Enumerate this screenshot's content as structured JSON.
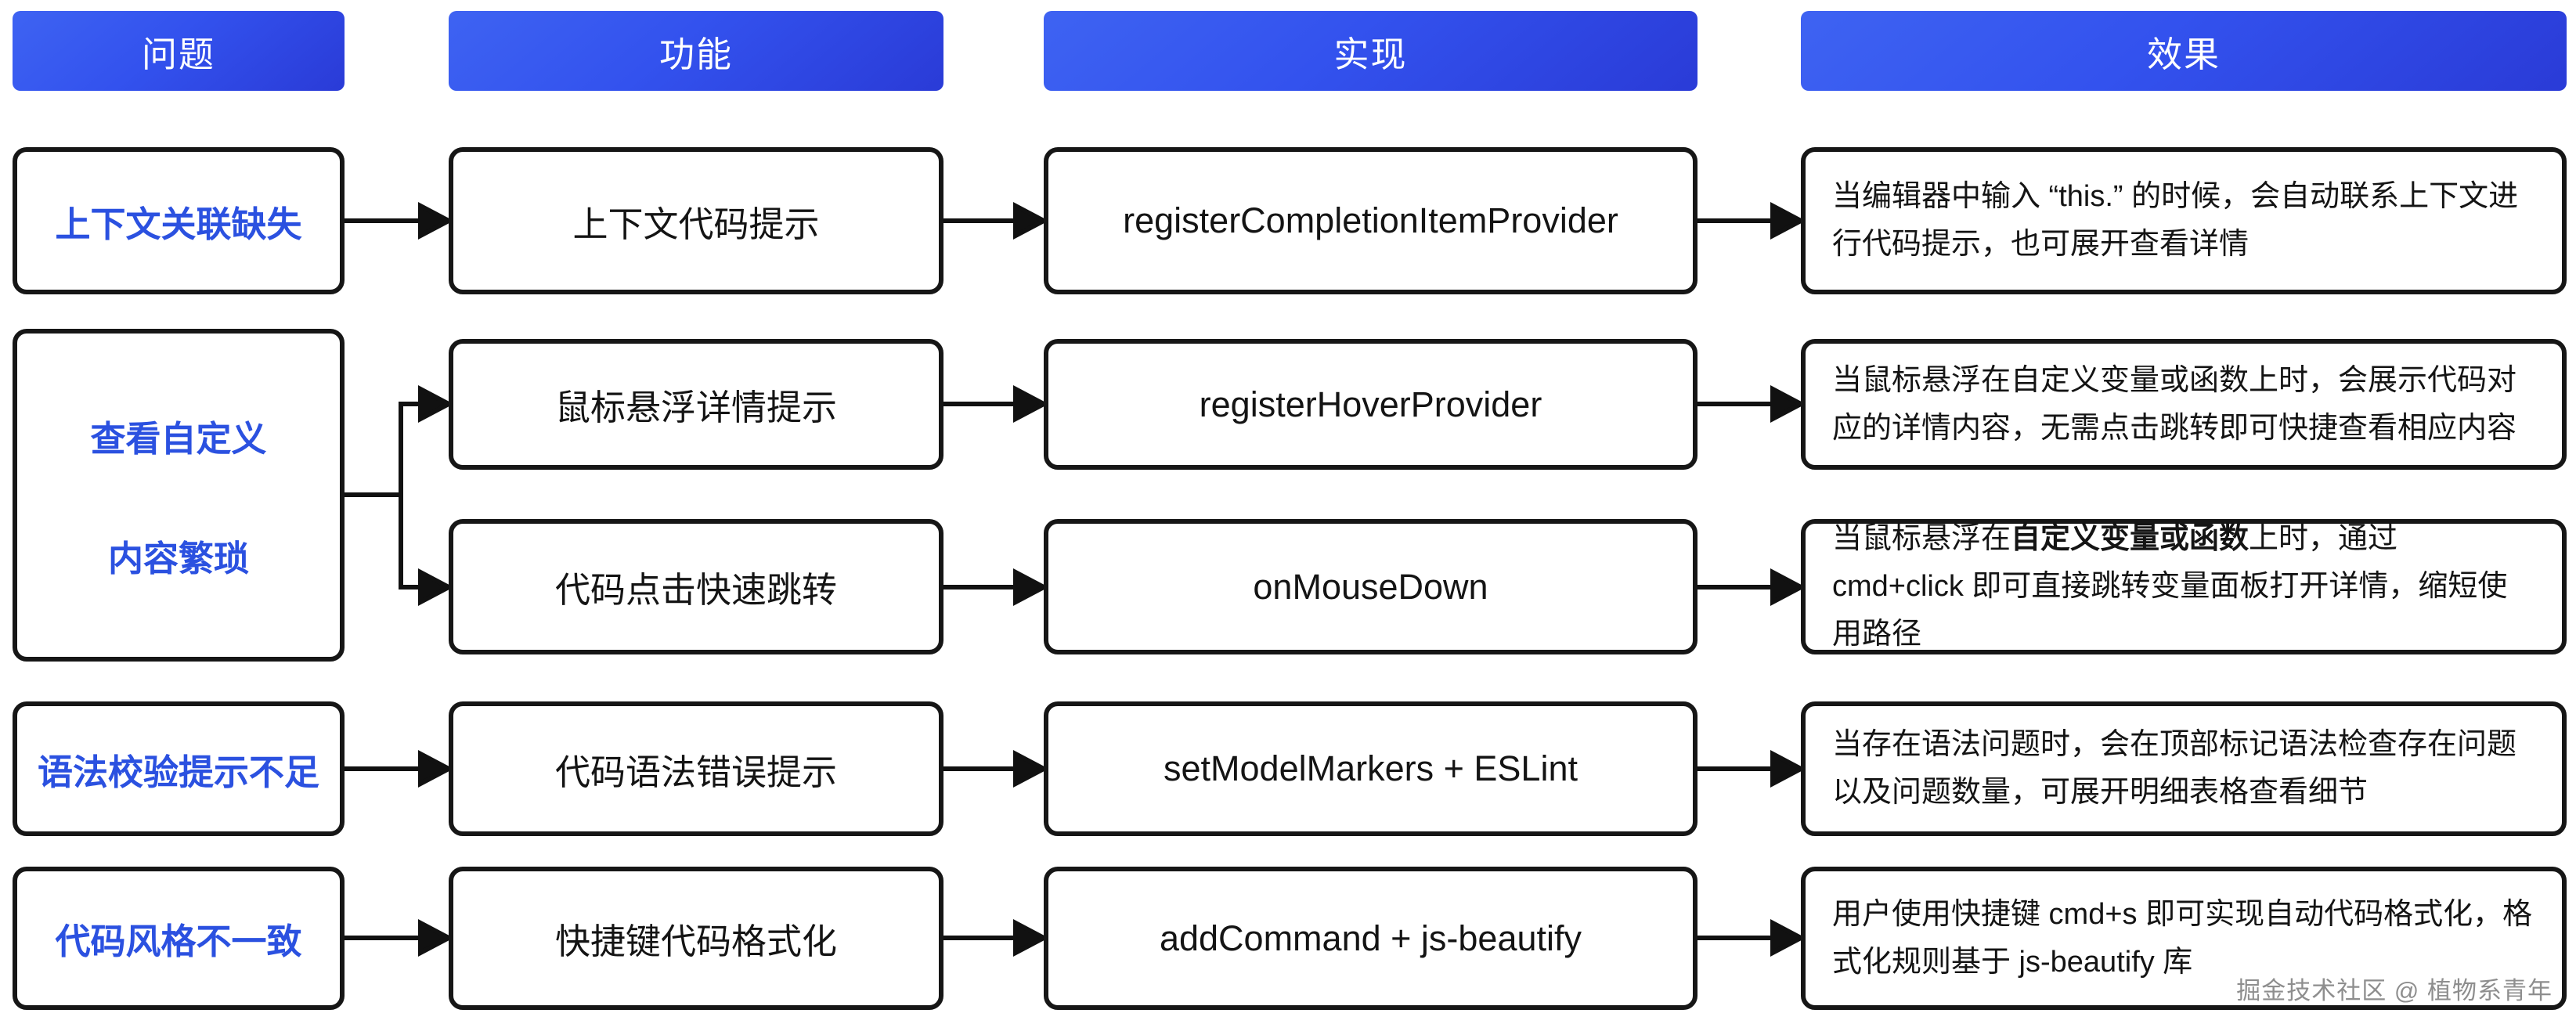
{
  "col_headers": [
    {
      "label": "问题"
    },
    {
      "label": "功能"
    },
    {
      "label": "实现"
    },
    {
      "label": "效果"
    }
  ],
  "problems": [
    {
      "label": "上下文关联缺失"
    },
    {
      "line1": "查看自定义",
      "line2": "内容繁琐"
    },
    {
      "label": "语法校验提示不足"
    },
    {
      "label": "代码风格不一致"
    }
  ],
  "flows": [
    {
      "feature": "上下文代码提示",
      "implementation": "registerCompletionItemProvider",
      "effect_pre": "当编辑器中输入 “this.” 的时候，会自动联系上下文进行代码提示，也可展开查看详情",
      "effect_bold": "",
      "effect_post": ""
    },
    {
      "feature": "鼠标悬浮详情提示",
      "implementation": "registerHoverProvider",
      "effect_pre": "当鼠标悬浮在自定义变量或函数上时，会展示代码对应的详情内容，无需点击跳转即可快捷查看相应内容",
      "effect_bold": "",
      "effect_post": ""
    },
    {
      "feature": "代码点击快速跳转",
      "implementation": "onMouseDown",
      "effect_pre": "当鼠标悬浮在",
      "effect_bold": "自定义变量或函数",
      "effect_post": "上时，通过 cmd+click 即可直接跳转变量面板打开详情，缩短使用路径"
    },
    {
      "feature": "代码语法错误提示",
      "implementation": "setModelMarkers + ESLint",
      "effect_pre": "当存在语法问题时，会在顶部标记语法检查存在问题以及问题数量，可展开明细表格查看细节",
      "effect_bold": "",
      "effect_post": ""
    },
    {
      "feature": "快捷键代码格式化",
      "implementation": "addCommand + js-beautify",
      "effect_pre": "用户使用快捷键 cmd+s 即可实现自动代码格式化，格式化规则基于 js-beautify 库",
      "effect_bold": "",
      "effect_post": ""
    }
  ],
  "watermark": "掘金技术社区 @ 植物系青年",
  "colors": {
    "header_gradient_top": "#3e63f2",
    "header_gradient_bottom": "#2a3bd7",
    "problem_text": "#2b51e0",
    "box_border": "#161616",
    "arrow": "#111111",
    "watermark_text": "#8e8e8e"
  }
}
